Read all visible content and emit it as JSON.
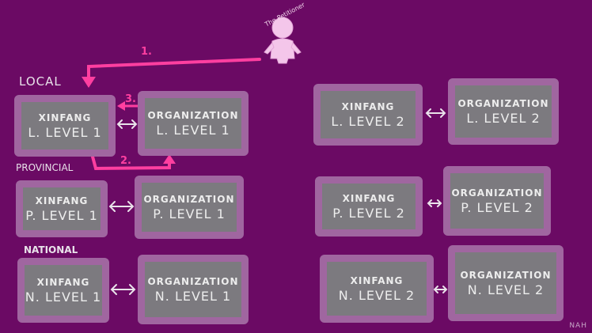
{
  "petitioner": {
    "label": "The Petitioner"
  },
  "sections": {
    "local": "LOCAL",
    "provincial": "PROVINCIAL",
    "national": "NATIONAL"
  },
  "boxes": {
    "local1_x": {
      "title": "XINFANG",
      "level": "L. LEVEL 1"
    },
    "local1_o": {
      "title": "ORGANIZATION",
      "level": "L. LEVEL 1"
    },
    "local2_x": {
      "title": "XINFANG",
      "level": "L. LEVEL 2"
    },
    "local2_o": {
      "title": "ORGANIZATION",
      "level": "L. LEVEL 2"
    },
    "prov1_x": {
      "title": "XINFANG",
      "level": "P. LEVEL 1"
    },
    "prov1_o": {
      "title": "ORGANIZATION",
      "level": "P. LEVEL 1"
    },
    "prov2_x": {
      "title": "XINFANG",
      "level": "P. LEVEL 2"
    },
    "prov2_o": {
      "title": "ORGANIZATION",
      "level": "P. LEVEL 2"
    },
    "nat1_x": {
      "title": "XINFANG",
      "level": "N. LEVEL 1"
    },
    "nat1_o": {
      "title": "ORGANIZATION",
      "level": "N. LEVEL 1"
    },
    "nat2_x": {
      "title": "XINFANG",
      "level": "N. LEVEL 2"
    },
    "nat2_o": {
      "title": "ORGANIZATION",
      "level": "N. LEVEL 2"
    }
  },
  "steps": {
    "s1": "1.",
    "s2": "2.",
    "s3": "3."
  },
  "signature": "NAH"
}
